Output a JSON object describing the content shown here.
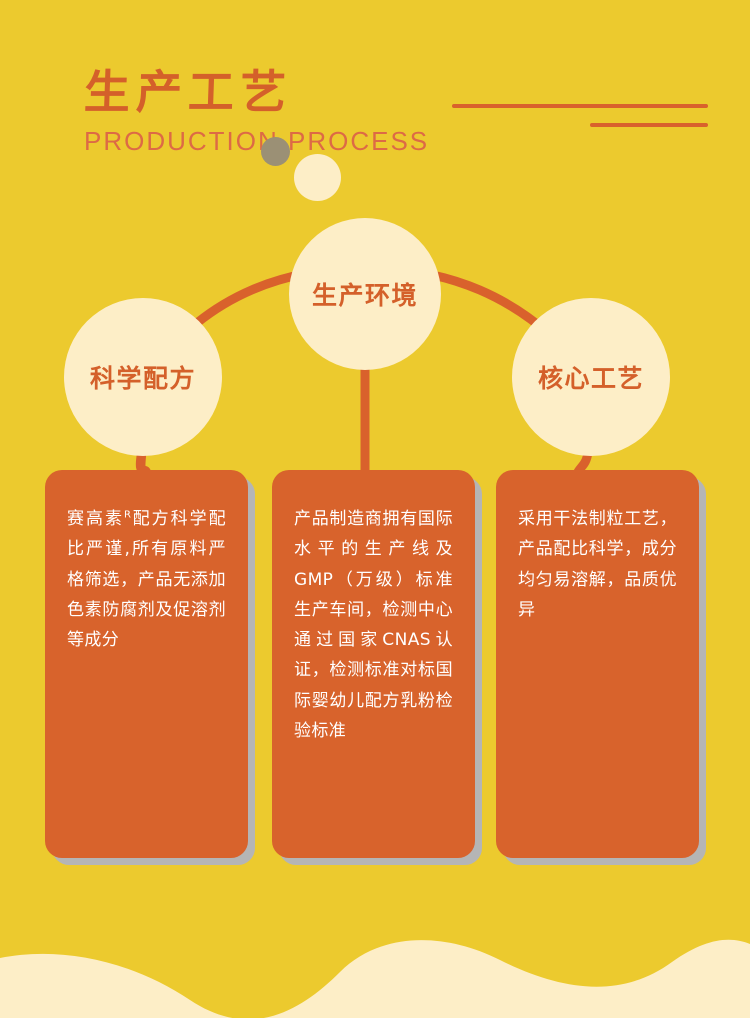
{
  "palette": {
    "background_yellow": "#ecca2e",
    "card_orange": "#d8632c",
    "accent_orange": "#d4602a",
    "line_orange": "#d9612c",
    "bubble_cream": "#fdeec7",
    "wave_cream": "#fdeec7",
    "card_text": "#ffffff",
    "shadow_gray": "#b5b5b5",
    "dot_gray": "#9b9075",
    "subtitle_orange": "#dd6a45"
  },
  "header": {
    "title_cn": "生产工艺",
    "title_en": "PRODUCTION PROCESS",
    "rule_top": "decorative-rule-long",
    "rule_bottom": "decorative-rule-short",
    "dot_gray": "accent-dot-gray",
    "dot_cream": "accent-dot-cream"
  },
  "nodes": [
    {
      "id": "formula",
      "label": "科学配方",
      "body": "赛高素ᴿ配方科学配比严谨,所有原料严格筛选，产品无添加色素防腐剂及促溶剂等成分",
      "body_prefix": "赛高素",
      "body_sup": "R",
      "body_rest": "配方科学配比严谨,所有原料严格筛选，产品无添加色素防腐剂及促溶剂等成分"
    },
    {
      "id": "environment",
      "label": "生产环境",
      "body": "产品制造商拥有国际水平的生产线及GMP（万级）标准生产车间，检测中心通过国家CNAS认证，检测标准对标国际婴幼儿配方乳粉检验标准"
    },
    {
      "id": "core-process",
      "label": "核心工艺",
      "body": "采用干法制粒工艺，产品配比科学，成分均匀易溶解，品质优异"
    }
  ],
  "decor": {
    "arc": "connector-arc",
    "stem_left": "connector-stem-left",
    "stem_center": "connector-stem-center",
    "stem_right": "connector-stem-right",
    "bottom_wave": "bottom-wave-cream"
  }
}
